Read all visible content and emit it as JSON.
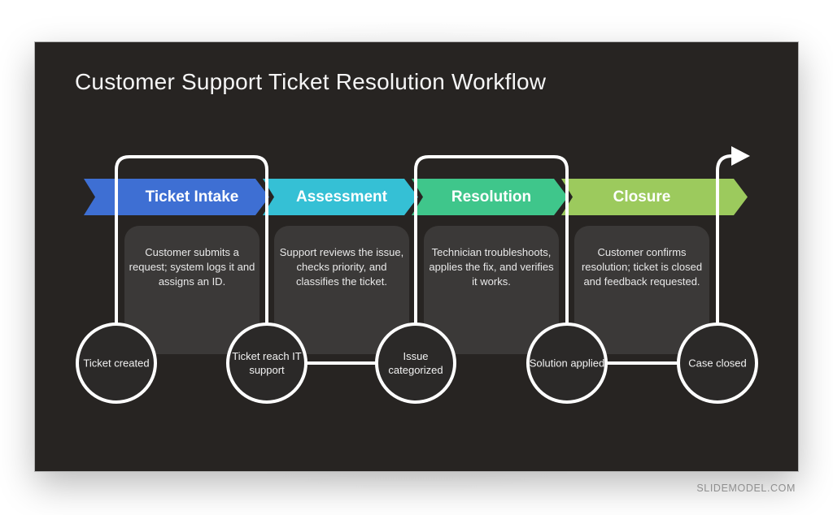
{
  "page": {
    "watermark": "SLIDEMODEL.COM"
  },
  "slide": {
    "title": "Customer Support Ticket Resolution Workflow",
    "colors": {
      "slide_bg": "#272422",
      "card_bg": "#3b3938",
      "circle_fill": "#2b2928",
      "line": "#ffffff",
      "stage_blue": "#3e6fd3",
      "stage_cyan": "#35c0d5",
      "stage_green": "#3fc68b",
      "stage_lime": "#9cca5d"
    },
    "stages": [
      {
        "label": "Ticket Intake",
        "color": "#3e6fd3",
        "description": "Customer submits a request; system logs it and assigns an ID."
      },
      {
        "label": "Assessment",
        "color": "#35c0d5",
        "description": "Support reviews the issue, checks priority, and classifies the ticket."
      },
      {
        "label": "Resolution",
        "color": "#3fc68b",
        "description": "Technician troubleshoots, applies the fix, and verifies it works."
      },
      {
        "label": "Closure",
        "color": "#9cca5d",
        "description": "Customer confirms resolution; ticket is closed and feedback requested."
      }
    ],
    "milestones": [
      {
        "label": "Ticket created"
      },
      {
        "label": "Ticket reach IT support"
      },
      {
        "label": "Issue categorized"
      },
      {
        "label": "Solution applied"
      },
      {
        "label": "Case closed"
      }
    ]
  }
}
